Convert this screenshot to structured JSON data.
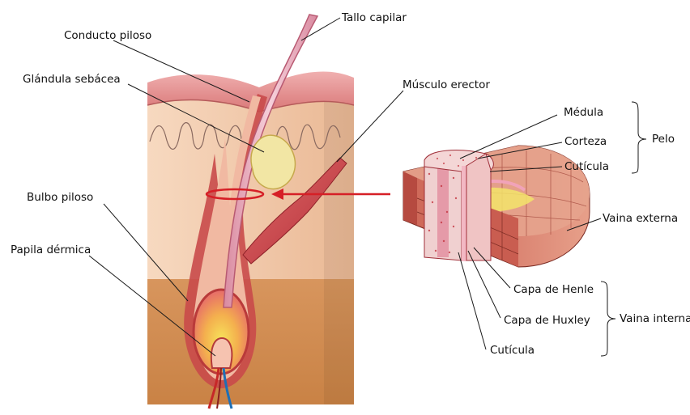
{
  "labels": {
    "tallo_capilar": "Tallo capilar",
    "conducto_piloso": "Conducto piloso",
    "glandula_sebacea": "Glándula sebácea",
    "musculo_erector": "Músculo erector",
    "bulbo_piloso": "Bulbo piloso",
    "papila_dermica": "Papila dérmica",
    "medula": "Médula",
    "corteza": "Corteza",
    "cuticula_pelo": "Cutícula",
    "pelo": "Pelo",
    "vaina_externa": "Vaina externa",
    "capa_henle": "Capa de Henle",
    "capa_huxley": "Capa de Huxley",
    "vaina_interna": "Vaina interna",
    "cuticula_vaina": "Cutícula"
  },
  "colors": {
    "epidermis": "#e8a0a0",
    "dermis": "#f2c9a8",
    "hypodermis": "#d9a06a",
    "hair": "#e9a9b8",
    "muscle": "#c8434a",
    "sebaceous": "#efe3a0",
    "arrow": "#d61f26",
    "yellow_layer": "#f3e46a"
  }
}
